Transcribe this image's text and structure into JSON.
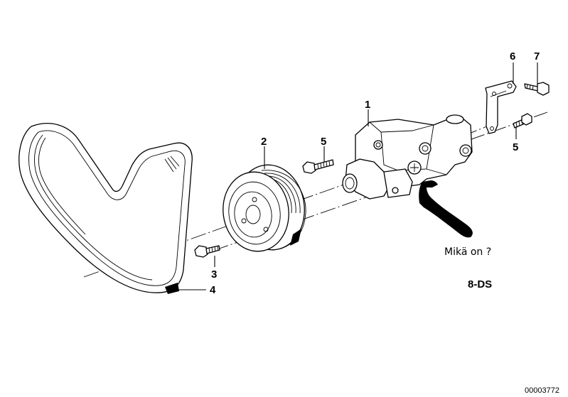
{
  "diagram": {
    "title": "Power steering pump exploded view",
    "callouts": [
      {
        "id": "1",
        "label": "1",
        "part": "power-steering-pump"
      },
      {
        "id": "2",
        "label": "2",
        "part": "pulley"
      },
      {
        "id": "3",
        "label": "3",
        "part": "pulley-bolt"
      },
      {
        "id": "4",
        "label": "4",
        "part": "ribbed-v-belt"
      },
      {
        "id": "5a",
        "label": "5",
        "part": "pump-bolt"
      },
      {
        "id": "5b",
        "label": "5",
        "part": "bracket-bolt"
      },
      {
        "id": "6",
        "label": "6",
        "part": "bracket"
      },
      {
        "id": "7",
        "label": "7",
        "part": "bracket-screw"
      }
    ],
    "annotation": {
      "text": "Mikä on ?",
      "marker": "hand-drawn-arrow"
    },
    "variant_code": "8-DS",
    "reference_number": "00003772",
    "colors": {
      "line": "#000000",
      "background": "#ffffff"
    }
  }
}
